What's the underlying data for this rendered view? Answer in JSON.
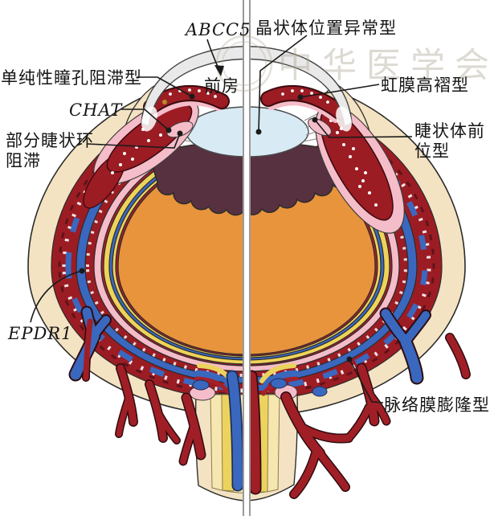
{
  "figure": {
    "type": "eye-cross-section-diagram",
    "watermark": "中华医学会",
    "labels": {
      "pupillary_block": "单纯性瞳孔阻滞型",
      "chat_gene": "CHAT",
      "partial_ciliary_ring": "部分睫状环阻滞",
      "abcc5_gene": "ABCC5",
      "anterior_chamber": "前房",
      "lens_position": "晶状体位置异常型",
      "plateau_iris": "虹膜高褶型",
      "anterior_ciliary_body": "睫状体前位型",
      "epdr1_gene": "EPDR1",
      "choroidal_expansion": "脉络膜膨隆型"
    },
    "colors": {
      "sclera_beige": "#f4e3c2",
      "cornea_gray": "#e9e9e9",
      "uvea_red": "#9c1c24",
      "vessel_blue": "#3a68bf",
      "ciliary_pink": "#f5bdc9",
      "retina_yellow": "#eed35a",
      "vitreous_orange": "#e8943c",
      "posterior_uvea_purple": "#573140",
      "lens_blue": "#d8eaf4",
      "label_ink": "#1a1a1a"
    }
  }
}
